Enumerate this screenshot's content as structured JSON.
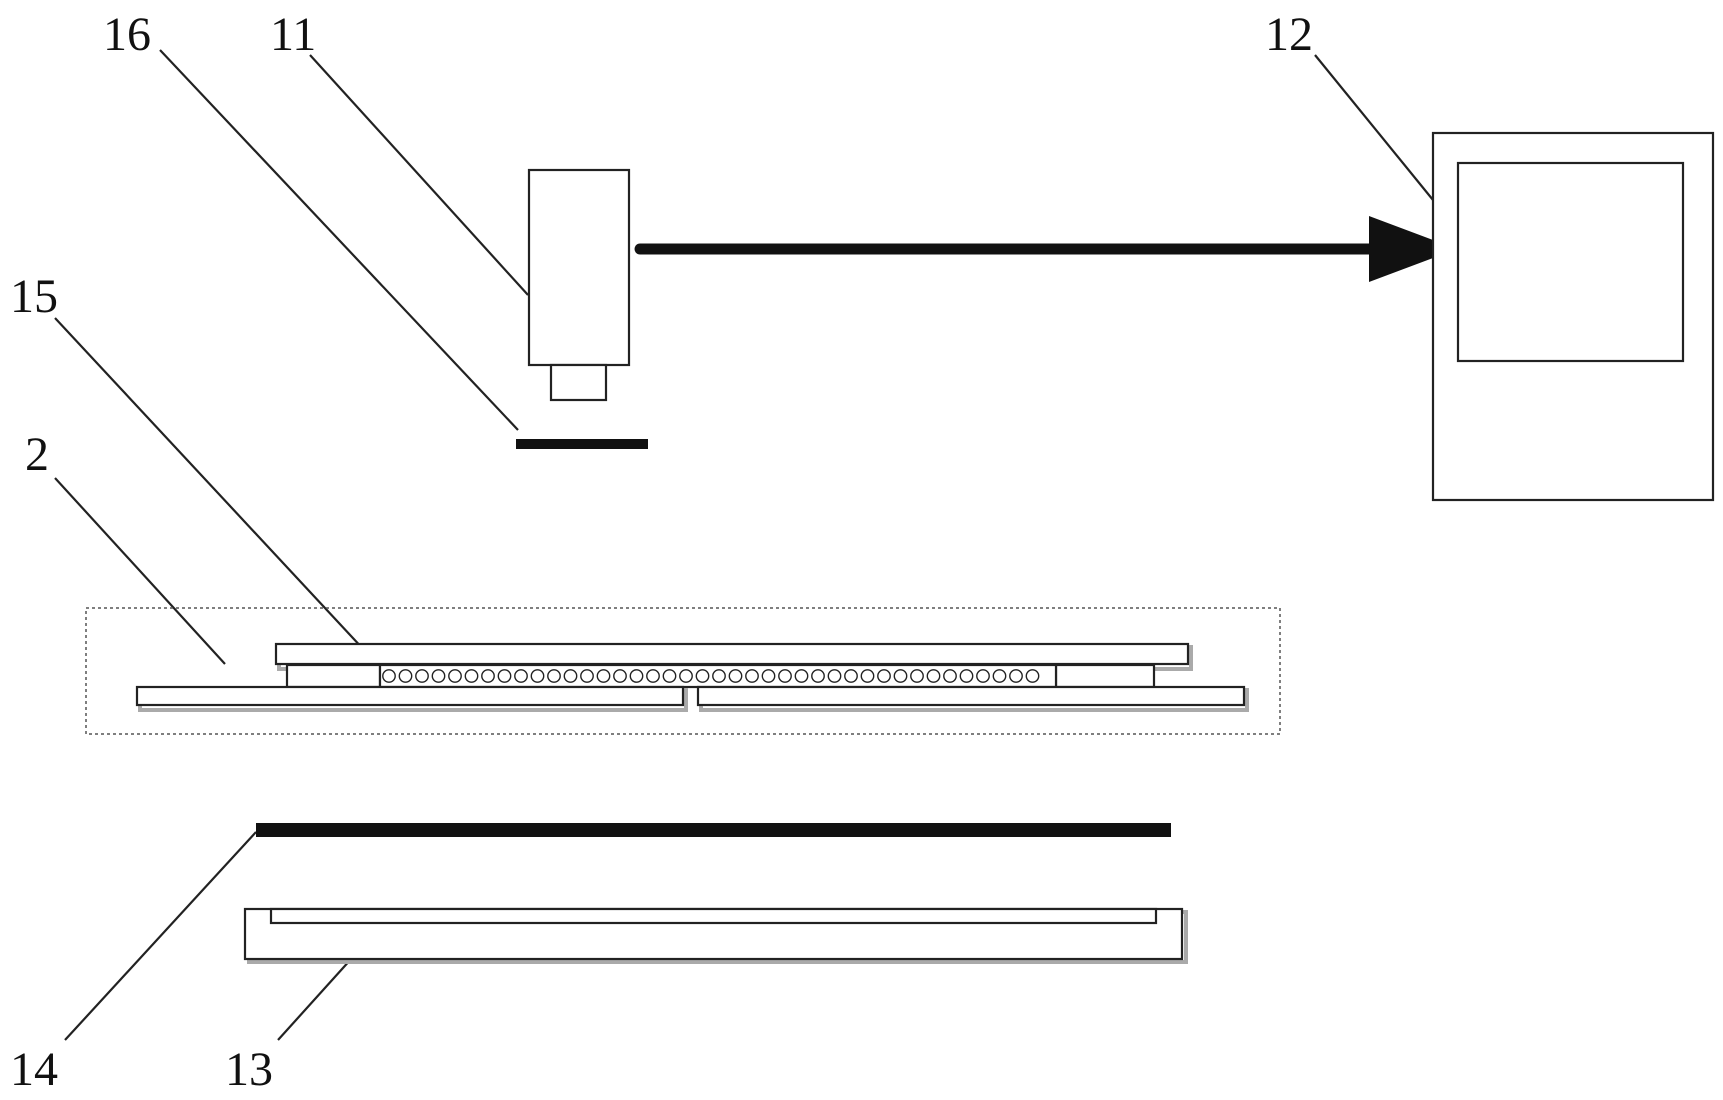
{
  "labels": {
    "l16": "16",
    "l11": "11",
    "l12": "12",
    "l15": "15",
    "l2": "2",
    "l14": "14",
    "l13": "13"
  },
  "colors": {
    "stroke": "#222222",
    "thick_bar": "#111111"
  }
}
